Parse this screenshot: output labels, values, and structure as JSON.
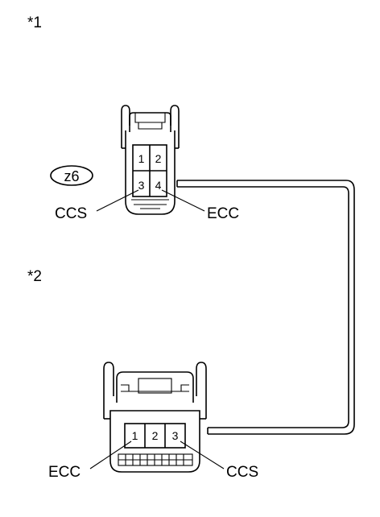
{
  "markers": {
    "top": "*1",
    "bottom": "*2"
  },
  "connector_top": {
    "code": "z6",
    "pins": [
      "1",
      "2",
      "3",
      "4"
    ],
    "left_label": "CCS",
    "right_label": "ECC"
  },
  "connector_bottom": {
    "pins": [
      "1",
      "2",
      "3"
    ],
    "left_label": "ECC",
    "right_label": "CCS"
  }
}
